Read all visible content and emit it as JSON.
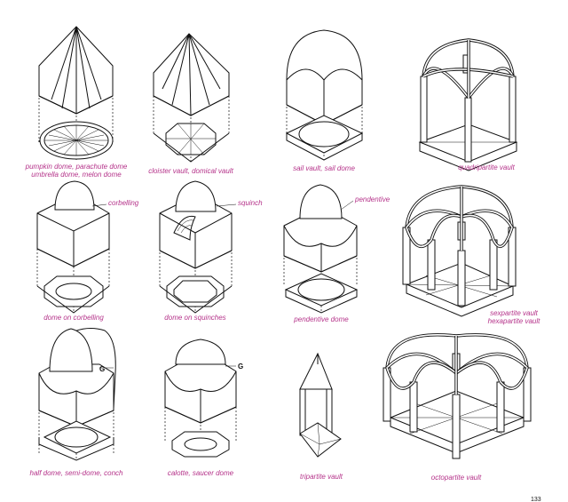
{
  "captions": {
    "pumpkin": [
      "pumpkin dome, parachute dome",
      "umbrella dome, melon dome"
    ],
    "cloister": "cloister vault, domical vault",
    "sail": "sail vault, sail dome",
    "quadripartite": "quadripartite vault",
    "corbelling_dome": "dome on corbelling",
    "squinches_dome": "dome on squinches",
    "pendentive_dome": "pendentive dome",
    "sexpartite": [
      "sexpartite vault",
      "hexapartite vault"
    ],
    "half_dome": "half dome, semi-dome, conch",
    "calotte": "calotte, saucer dome",
    "tripartite": "tripartite vault",
    "octopartite": "octopartite vault"
  },
  "callouts": {
    "corbelling": "corbelling",
    "squinch": "squinch",
    "pendentive": "pendentive",
    "g_half_dome": "G",
    "g_calotte": "G"
  },
  "page_number": "133",
  "colors": {
    "caption": "#b5338a",
    "line": "#111111"
  }
}
